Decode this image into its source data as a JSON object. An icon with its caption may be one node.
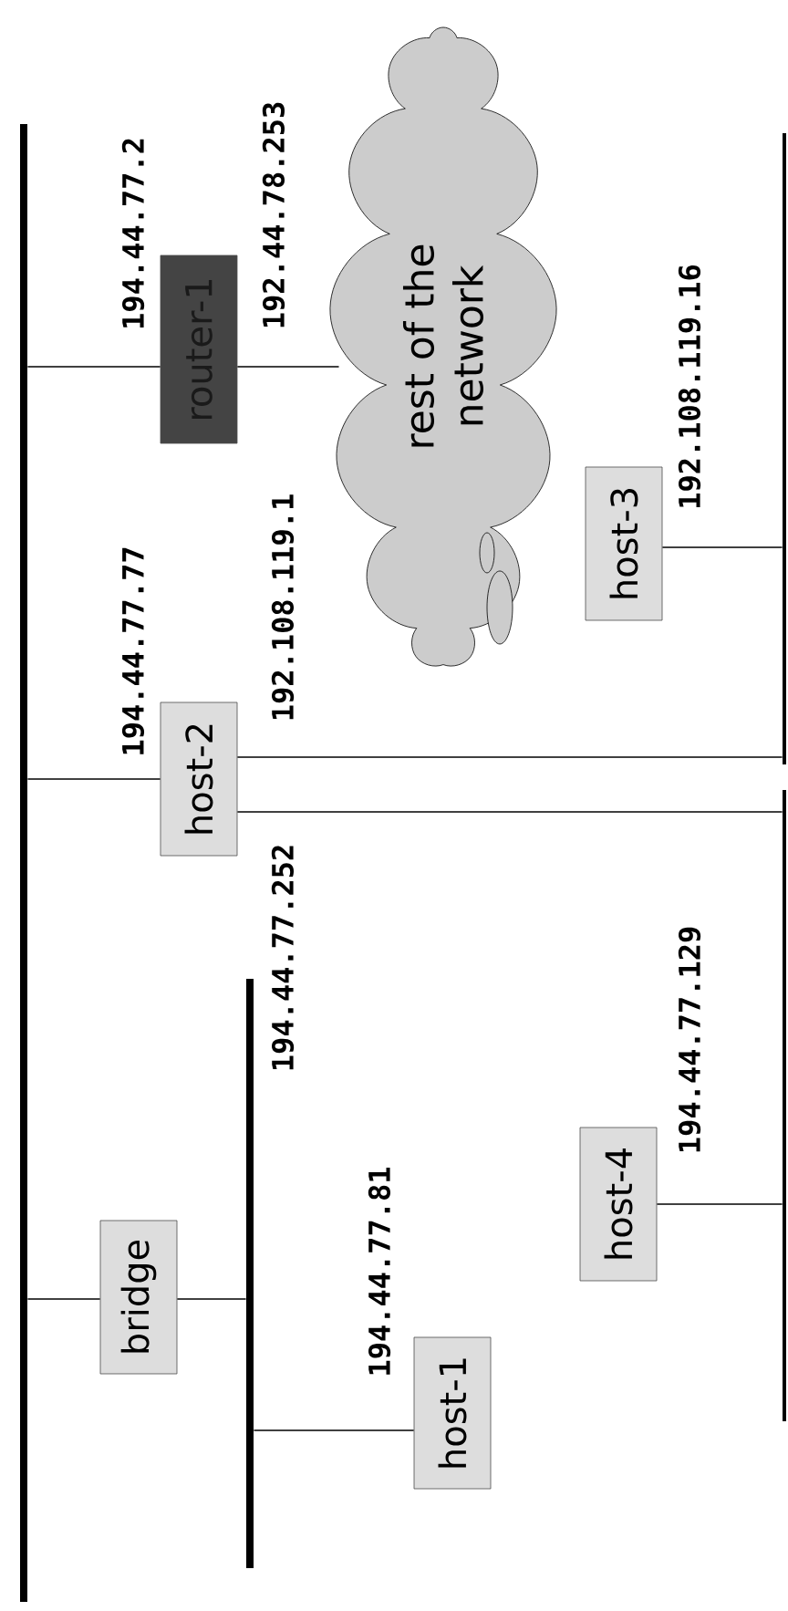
{
  "diagram": {
    "nodes": [
      {
        "text": [],
        "shape": "bar"
      },
      {
        "text": [
          "router-1"
        ]
      },
      {
        "text": [
          "rest of the network"
        ]
      },
      {
        "text": [
          "host-2"
        ]
      },
      {
        "text": [
          "host-3"
        ]
      },
      {
        "text": [],
        "shape": "bar"
      },
      {
        "text": [
          "bridge"
        ]
      },
      {
        "text": [],
        "shape": "bar"
      },
      {
        "text": [
          "host-1"
        ]
      },
      {
        "text": [
          "host-4"
        ]
      },
      {
        "text": [],
        "shape": "bar"
      }
    ],
    "edges": [
      {
        "from": 0,
        "to": 1,
        "arrow": "none"
      },
      {
        "from": 1,
        "to": 2,
        "arrow": "none"
      },
      {
        "from": 0,
        "to": 3,
        "arrow": "none"
      },
      {
        "from": 3,
        "to": 5,
        "arrow": "none"
      },
      {
        "from": 3,
        "to": 10,
        "arrow": "none"
      },
      {
        "from": 4,
        "to": 5,
        "arrow": "none"
      },
      {
        "from": 0,
        "to": 6,
        "arrow": "none"
      },
      {
        "from": 6,
        "to": 7,
        "arrow": "none"
      },
      {
        "from": 7,
        "to": 8,
        "arrow": "none"
      },
      {
        "from": 9,
        "to": 10,
        "arrow": "none"
      }
    ],
    "labels": [
      "194.44.77.2",
      "192.44.78.253",
      "194.44.77.77",
      "192.108.119.1",
      "194.44.77.252",
      "192.108.119.16",
      "194.44.77.81",
      "194.44.77.129"
    ]
  }
}
